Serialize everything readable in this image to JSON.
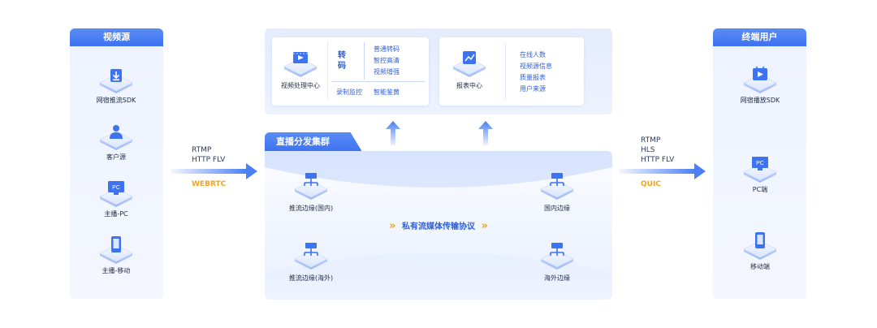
{
  "source_panel": {
    "title": "视频源",
    "items": [
      {
        "label": "网宿推流SDK",
        "icon": "download-icon"
      },
      {
        "label": "客户源",
        "icon": "user-icon"
      },
      {
        "label": "主播-PC",
        "icon": "pc-icon",
        "glyph": "PC"
      },
      {
        "label": "主播-移动",
        "icon": "mobile-icon"
      }
    ]
  },
  "terminal_panel": {
    "title": "终端用户",
    "items": [
      {
        "label": "网宿播放SDK",
        "icon": "play-icon"
      },
      {
        "label": "PC端",
        "icon": "pc-icon",
        "glyph": "PC"
      },
      {
        "label": "移动端",
        "icon": "mobile-icon"
      }
    ]
  },
  "left_protocols": {
    "lines": [
      "RTMP",
      "HTTP FLV"
    ],
    "extra": "WEBRTC"
  },
  "right_protocols": {
    "lines": [
      "RTMP",
      "HLS",
      "HTTP FLV"
    ],
    "extra": "QUIC"
  },
  "processing": {
    "video_center": "视频处理中心",
    "transcode_title": "转码",
    "transcode_items": [
      "普通转码",
      "智控高清",
      "视频增强"
    ],
    "record_monitor": "录制监控",
    "smart_review": "智能鉴黄",
    "report_center": "报表中心",
    "report_items": [
      "在线人数",
      "视频源信息",
      "质量报表",
      "用户来源"
    ]
  },
  "cluster": {
    "title": "直播分发集群",
    "nodes": [
      "推流边缘(国内)",
      "国内边缘",
      "推流边缘(海外)",
      "海外边缘"
    ],
    "protocol": "私有流媒体传输协议",
    "chevron": "»"
  },
  "colors": {
    "accent": "#3d72f0",
    "highlight": "#f0a51c"
  }
}
